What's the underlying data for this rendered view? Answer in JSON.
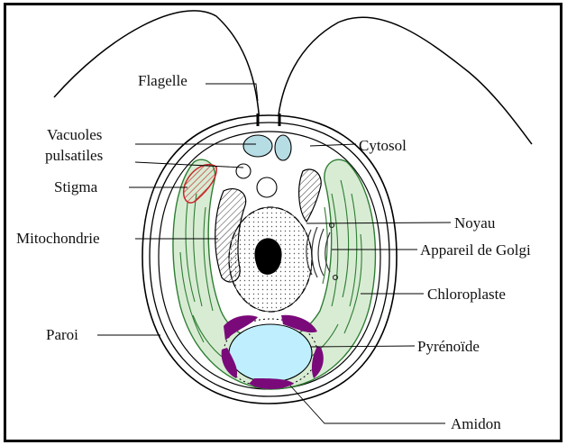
{
  "labels": {
    "flagelle": "Flagelle",
    "vacuoles_line1": "Vacuoles",
    "vacuoles_line2": "pulsatiles",
    "stigma": "Stigma",
    "mitochondrie": "Mitochondrie",
    "paroi": "Paroi",
    "cytosol": "Cytosol",
    "noyau": "Noyau",
    "golgi": "Appareil de Golgi",
    "chloroplaste": "Chloroplaste",
    "pyrenoide": "Pyrénoïde",
    "amidon": "Amidon"
  },
  "colors": {
    "chloroplast_fill": "#d8ecd4",
    "thylakoid_stroke": "#2e7d32",
    "vacuole_fill": "#b6dce4",
    "pyrenoid_fill": "#bfefff",
    "starch_fill": "#7a0a7a",
    "stigma_stroke": "#c62828"
  }
}
